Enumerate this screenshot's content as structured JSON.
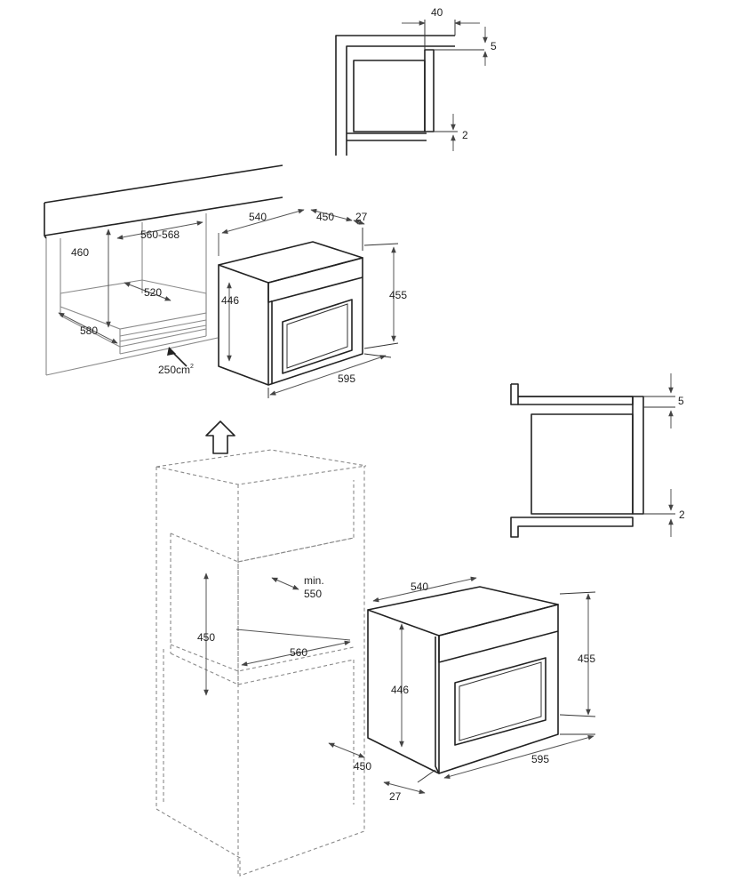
{
  "labels": {
    "d_40": "40",
    "d_5_top": "5",
    "d_2_top": "2",
    "d_540_a": "540",
    "d_450_a": "450",
    "d_27_a": "27",
    "d_460": "460",
    "d_560_568": "560-568",
    "d_520": "520",
    "d_580": "580",
    "d_250": "250cm",
    "d_250_sup": "2",
    "d_446_a": "446",
    "d_455_a": "455",
    "d_595_a": "595",
    "d_5_mid": "5",
    "d_2_mid": "2",
    "d_min": "min.",
    "d_550": "550",
    "d_450_b": "450",
    "d_560": "560",
    "d_540_b": "540",
    "d_455_b": "455",
    "d_446_b": "446",
    "d_595_b": "595",
    "d_450_c": "450",
    "d_27_b": "27"
  }
}
